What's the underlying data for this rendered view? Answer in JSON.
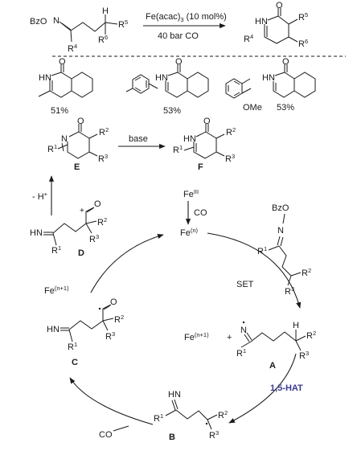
{
  "colors": {
    "ink": "#1a1a1a",
    "hat": "#3b3a8f"
  },
  "reaction": {
    "condition_top": "Fe(acac)",
    "condition_top_sub": "3",
    "condition_top_tail": " (10 mol%)",
    "condition_bottom": "40 bar CO"
  },
  "atoms": {
    "BzO": "BzO",
    "N": "N",
    "HN": "HN",
    "O": "O",
    "H": "H",
    "N_ring": "N",
    "H_plus": "H",
    "HN2": "HN",
    "iminyl_N": "N",
    "OMe": "OMe",
    "CO": "CO",
    "BzO2": "BzO"
  },
  "groups": {
    "R": "R",
    "sup1": "1",
    "sup2": "2",
    "sup3": "3",
    "sup4": "4",
    "sup5": "5",
    "sup6": "6"
  },
  "yields": [
    "51%",
    "53%",
    "53%"
  ],
  "labels": {
    "A": "A",
    "B": "B",
    "C": "C",
    "D": "D",
    "E": "E",
    "F": "F"
  },
  "cycle": {
    "fe3": "Fe",
    "fe3_sup": "III",
    "co_label": "CO",
    "fen": "Fe",
    "fen_sup": "(n)",
    "set": "SET",
    "hat": "1,5-HAT",
    "fen1": "Fe",
    "fen1_sup": "(n+1)",
    "fen1b": "Fe",
    "fen1b_sup": "(n+1)",
    "plus": "+",
    "minus_h": "- H",
    "base": "base"
  }
}
